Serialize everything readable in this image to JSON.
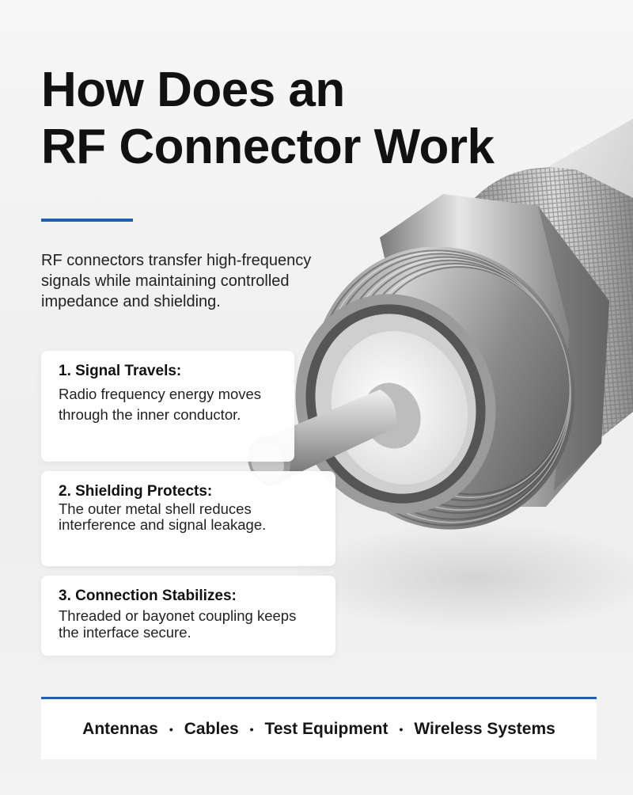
{
  "heading": {
    "line1": "How Does an",
    "line2": "RF Connector Work"
  },
  "intro": "RF connectors transfer high-frequency signals while maintaining controlled impedance and shielding.",
  "steps": [
    {
      "title": "1. Signal Travels:",
      "body": "Radio frequency energy moves through the inner conductor."
    },
    {
      "title": "2. Shielding Protects:",
      "body": "The outer metal shell reduces interference and signal leakage."
    },
    {
      "title": "3. Connection Stabilizes:",
      "body": "Threaded or bayonet coupling keeps the interface secure."
    }
  ],
  "applications": {
    "items": [
      "Antennas",
      "Cables",
      "Test Equipment",
      "Wireless Systems"
    ],
    "separator": "•"
  },
  "colors": {
    "accent": "#1f5fb5",
    "text": "#111111",
    "card": "#ffffff"
  }
}
